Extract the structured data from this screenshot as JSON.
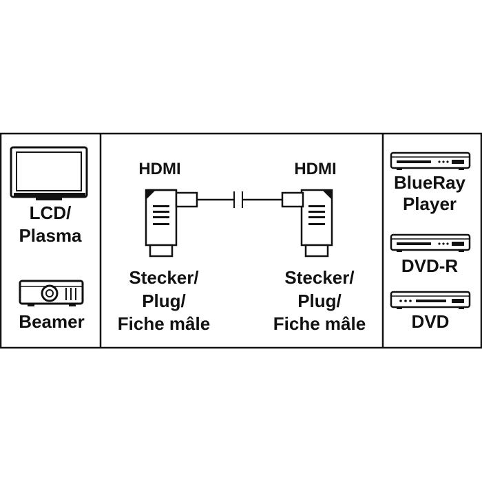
{
  "left_panel": {
    "tv_label_line1": "LCD/",
    "tv_label_line2": "Plasma",
    "projector_label": "Beamer",
    "tv_icon": "tv-icon",
    "projector_icon": "projector-icon"
  },
  "center_panel": {
    "left_connector": {
      "title": "HDMI",
      "line1": "Stecker/",
      "line2": "Plug/",
      "line3": "Fiche mâle",
      "icon": "hdmi-angled-plug-icon"
    },
    "right_connector": {
      "title": "HDMI",
      "line1": "Stecker/",
      "line2": "Plug/",
      "line3": "Fiche mâle",
      "icon": "hdmi-angled-plug-icon"
    },
    "cable_icon": "cable-break-icon"
  },
  "right_panel": {
    "device1_line1": "BlueRay",
    "device1_line2": "Player",
    "device2_label": "DVD-R",
    "device3_label": "DVD",
    "device_icon": "disc-player-icon"
  },
  "colors": {
    "stroke": "#111111",
    "background": "#ffffff"
  }
}
